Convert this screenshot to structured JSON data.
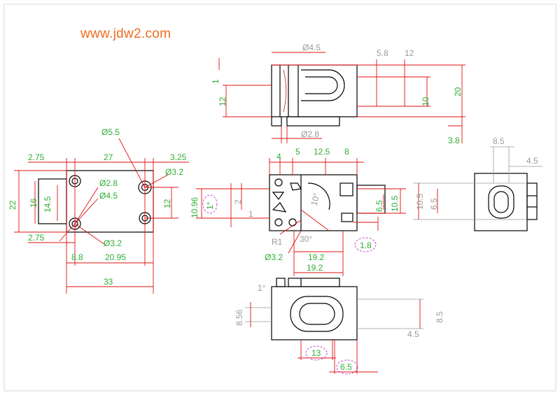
{
  "website": "www.jdw2.com",
  "dimensions": {
    "top_view": {
      "d_hole": "Ø4.5",
      "d58": "5.8",
      "d12": "12",
      "d20": "20",
      "d12v": "12",
      "d10": "10",
      "d1": "1",
      "d28": "Ø2.8",
      "d38": "3.8"
    },
    "left_view": {
      "d275a": "2.75",
      "d27": "27",
      "d325": "3.25",
      "d55": "Ø5.5",
      "d32a": "Ø3.2",
      "d28": "Ø2.8",
      "d45": "Ø4.5",
      "d22": "22",
      "d16": "16",
      "d145": "14.5",
      "d12": "12",
      "d275b": "2.75",
      "d32b": "Ø3.2",
      "d88": "8.8",
      "d2095": "20.95",
      "d33": "33"
    },
    "front_view": {
      "d4": "4",
      "d5": "5",
      "d125": "12.5",
      "d8": "8",
      "d1096": "10.96",
      "d1deg": "1°",
      "d2": "2",
      "d1": "1",
      "d10deg": "10°",
      "d65": "6.5",
      "d105": "10.5",
      "dR1": "R1",
      "d30deg": "30°",
      "d32": "Ø3.2",
      "d18": "1.8",
      "d192a": "19.2"
    },
    "right_view": {
      "d85": "8.5",
      "d45": "4.5",
      "d105": "10.5",
      "d65": "6.5"
    },
    "bottom_view": {
      "d192": "19.2",
      "d1deg": "1°",
      "d856": "8.56",
      "d85": "8.5",
      "d45": "4.5",
      "d13": "13",
      "d65": "6.5"
    }
  }
}
